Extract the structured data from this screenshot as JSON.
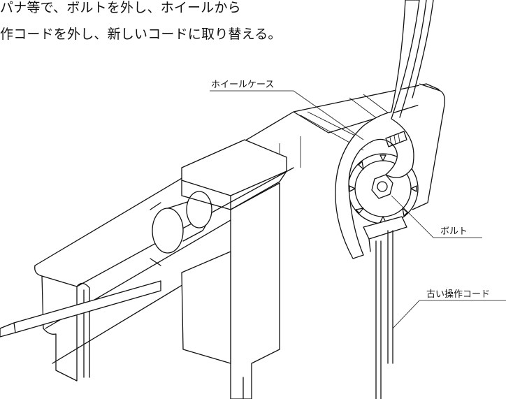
{
  "instructions": {
    "line1": "パナ等で、ボルトを外し、ホイールから",
    "line2": "作コードを外し、新しいコードに取り替える。"
  },
  "labels": {
    "wheel_case": "ホイールケース",
    "bolt": "ボルト",
    "old_cord": "古い操作コード"
  }
}
